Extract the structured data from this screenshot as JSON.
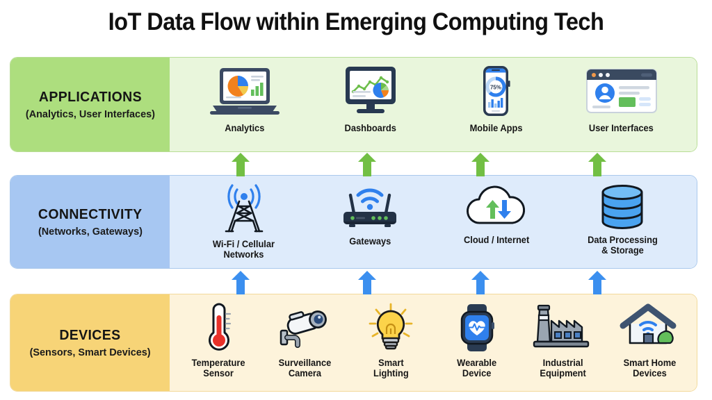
{
  "title": "IoT Data Flow within Emerging Computing Tech",
  "colors": {
    "applications_label_bg": "#ADDE7E",
    "applications_content_bg": "#E9F6DC",
    "connectivity_label_bg": "#A7C7F2",
    "connectivity_content_bg": "#DEEBFB",
    "devices_label_bg": "#F7D477",
    "devices_content_bg": "#FDF3DB",
    "arrow_green": "#72BF44",
    "arrow_blue": "#3B8FEF",
    "text": "#151515"
  },
  "layers": [
    {
      "id": "applications",
      "label": "APPLICATIONS",
      "sublabel": "(Analytics, User Interfaces)",
      "nodes": [
        {
          "id": "analytics",
          "caption": "Analytics",
          "icon": "laptop-pie-bar-chart-icon"
        },
        {
          "id": "dashboards",
          "caption": "Dashboards",
          "icon": "monitor-line-pie-chart-icon"
        },
        {
          "id": "mobile-apps",
          "caption": "Mobile Apps",
          "icon": "smartphone-donut-chart-icon",
          "value": "75%"
        },
        {
          "id": "user-interfaces",
          "caption": "User Interfaces",
          "icon": "browser-window-profile-icon"
        }
      ]
    },
    {
      "id": "connectivity",
      "label": "CONNECTIVITY",
      "sublabel": "(Networks, Gateways)",
      "nodes": [
        {
          "id": "wifi-cellular",
          "caption": "Wi-Fi / Cellular\nNetworks",
          "icon": "cell-tower-icon"
        },
        {
          "id": "gateways",
          "caption": "Gateways",
          "icon": "router-wifi-icon"
        },
        {
          "id": "cloud-internet",
          "caption": "Cloud / Internet",
          "icon": "cloud-upload-download-icon"
        },
        {
          "id": "data-storage",
          "caption": "Data Processing\n& Storage",
          "icon": "database-cylinder-icon"
        }
      ]
    },
    {
      "id": "devices",
      "label": "DEVICES",
      "sublabel": "(Sensors, Smart Devices)",
      "nodes": [
        {
          "id": "temperature-sensor",
          "caption": "Temperature\nSensor",
          "icon": "thermometer-icon"
        },
        {
          "id": "surveillance-camera",
          "caption": "Surveillance\nCamera",
          "icon": "cctv-camera-icon"
        },
        {
          "id": "smart-lighting",
          "caption": "Smart\nLighting",
          "icon": "light-bulb-icon"
        },
        {
          "id": "wearable-device",
          "caption": "Wearable\nDevice",
          "icon": "smartwatch-heart-icon"
        },
        {
          "id": "industrial-equipment",
          "caption": "Industrial\nEquipment",
          "icon": "factory-icon"
        },
        {
          "id": "smart-home",
          "caption": "Smart Home\nDevices",
          "icon": "house-wifi-icon"
        }
      ]
    }
  ],
  "arrows": {
    "devices_to_connectivity": {
      "color": "#3B8FEF",
      "direction": "up",
      "count": 4
    },
    "connectivity_to_applications": {
      "color": "#72BF44",
      "direction": "up",
      "count": 4
    }
  }
}
